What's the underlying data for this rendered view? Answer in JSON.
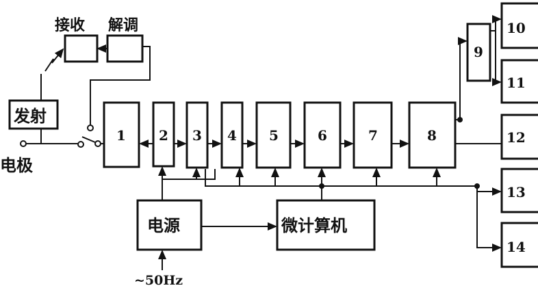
{
  "labels": {
    "receive": "接收",
    "demodulate": "解调",
    "transmit": "发射",
    "electrode": "电极",
    "power": "电源",
    "microcomputer": "微计算机",
    "mains": "~50Hz"
  },
  "blocks": [
    "1",
    "2",
    "3",
    "4",
    "5",
    "6",
    "7",
    "8",
    "9",
    "10",
    "11",
    "12",
    "13",
    "14"
  ]
}
